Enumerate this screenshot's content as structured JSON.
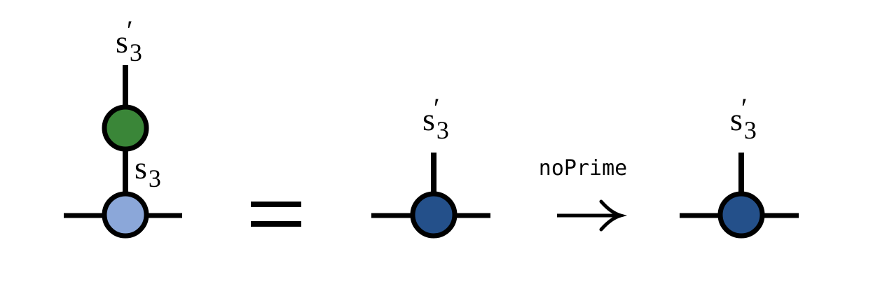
{
  "colors": {
    "line": "#000000",
    "green_node": "#3a8638",
    "light_blue_node": "#8ba7d9",
    "dark_blue_node": "#24508a",
    "background": "#ffffff"
  },
  "left_diagram": {
    "top_index": {
      "base": "s",
      "subscript": "3",
      "prime": "′"
    },
    "mid_index": {
      "base": "s",
      "subscript": "3"
    }
  },
  "equals_symbol": "=",
  "middle_diagram": {
    "top_index": {
      "base": "s",
      "subscript": "3",
      "prime": "′"
    }
  },
  "operation": {
    "label": "noPrime",
    "arrow": "→"
  },
  "right_diagram": {
    "top_index": {
      "base": "s",
      "subscript": "3",
      "prime": "′"
    }
  }
}
